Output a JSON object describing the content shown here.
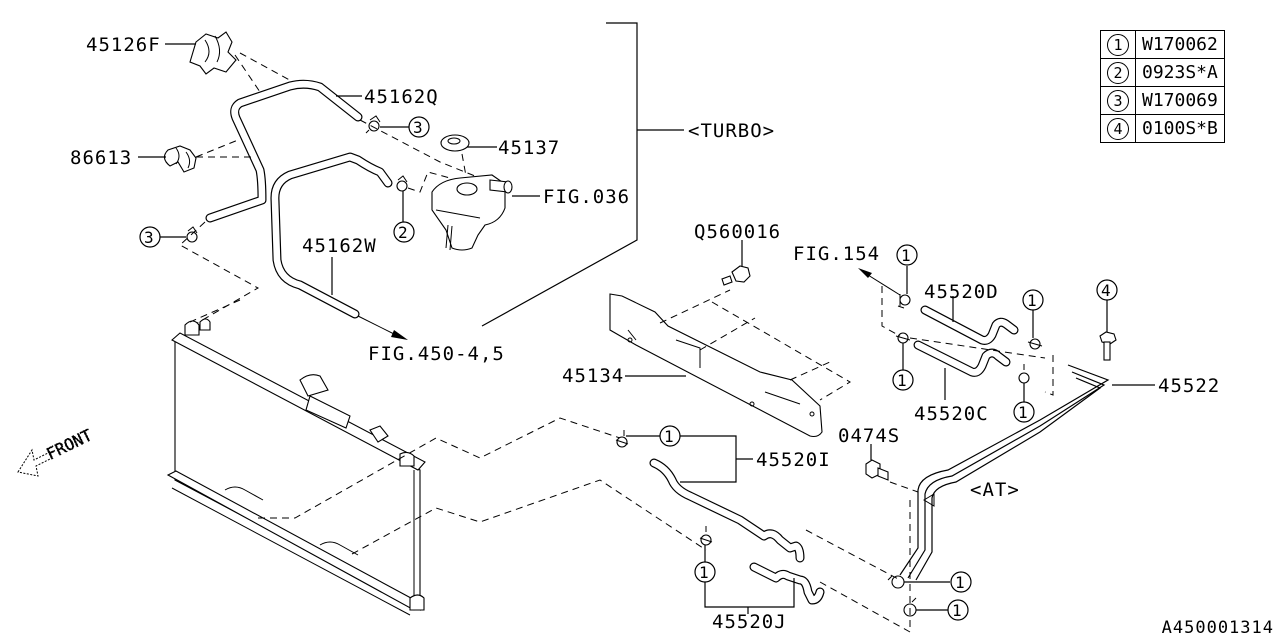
{
  "diagram_id": "A450001314",
  "legend": [
    {
      "ref": "1",
      "part": "W170062"
    },
    {
      "ref": "2",
      "part": "0923S*A"
    },
    {
      "ref": "3",
      "part": "W170069"
    },
    {
      "ref": "4",
      "part": "0100S*B"
    }
  ],
  "variants": {
    "turbo": "<TURBO>",
    "at": "<AT>"
  },
  "direction": "FRONT",
  "parts": {
    "p45126F": "45126F",
    "p45162Q": "45162Q",
    "p86613": "86613",
    "p45137": "45137",
    "fig036": "FIG.036",
    "p45162W": "45162W",
    "fig450": "FIG.450-4,5",
    "q560016": "Q560016",
    "fig154": "FIG.154",
    "p45520D": "45520D",
    "p45520C": "45520C",
    "p45522": "45522",
    "p45134": "45134",
    "p0474S": "0474S",
    "p45520I": "45520I",
    "p45520J": "45520J"
  },
  "callouts": {
    "c1": "1",
    "c2": "2",
    "c3": "3",
    "c4": "4"
  }
}
